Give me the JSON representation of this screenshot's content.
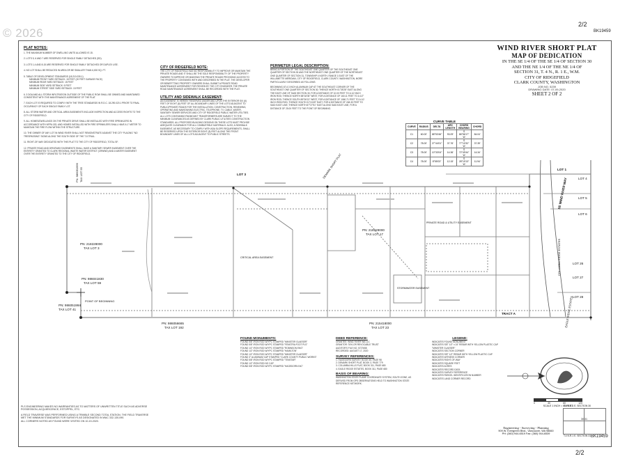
{
  "watermark": "© 2026",
  "sheet_refs": {
    "top_right_num": "2/2",
    "top_right_code": "BK19459",
    "bottom_num": "2/2",
    "bottom_code": "BK19459"
  },
  "title": {
    "name": "WIND RIVER SHORT PLAT",
    "subtitle": "MAP OF DEDICATION",
    "lines": [
      "IN THE SE 1/4 OF THE SE 1/4 OF SECTION 30",
      "AND THE NE 1/4 OF THE NE 1/4 OF",
      "SECTION 31, T. 4 N., R. 1 E., W.M.",
      "CITY OF RIDGEFIELD",
      "CLARK COUNTY, WASHINGTON"
    ],
    "job_no": "JOB NO. 5239",
    "drawing_date": "DRAWING DATE: 07-09-2020",
    "sheet": "SHEET 2 OF 2"
  },
  "plat_notes": {
    "heading": "PLAT NOTES:",
    "items": [
      "1. THE MAXIMUM NUMBER OF DWELLING UNITS ALLOWED IS 15.",
      "2. LOTS 5, 6 AND 7 ARE RESERVED FOR SINGLE FAMILY DETACHED (SD).",
      "3. LOTS 1-4 AND 8-15 ARE RESERVED FOR SINGLE FAMILY DETACHED OR DUPLEX USE.",
      "4. NO LOT SHALL BE REDUCED IN AREA OR BE SMALLER THAN 6,000 SQ. FT.",
      "5. TABLE OF DEVELOPMENT STANDARDS (18.210.030-1)",
      "MINIMUM FRONT YARD SETBACK: 15 FEET (20 FEET GARAGE FACE)",
      "MINIMUM REAR YARD SETBACK: 15 FEET",
      "MINIMUM SIDE YARD SETBACK: 5 FEET",
      "MINIMUM STREET SIDE YARD SETBACK: 15 FEET",
      "6. 3 DOA AND ALL STORM INFILTRATION OUTSIDE OF THE PUBLIC ROW SHALL BE OWNED AND MAINTAINED CONSISTENT WITH THE MAINTENANCE AGREEMENT OF THE PLAT.",
      "7. EACH LOT IS REQUIRED TO COMPLY WITH THE TREE STANDARDS IN R.D.C. 18.290.020.1 PRIOR TO FINAL OCCUPANCY OF EACH SINGLE FAMILY LOT.",
      "8. ALL STORM WATER AND CRITICAL AREA EASEMENTS INCLUDE INSPECTION AND ACCESS RIGHTS TO THE CITY OF RIDGEFIELD.",
      "9. ALL HOMES/DWELLINGS ON THE PRIVATE DRIVE SHALL BE INSTALLED WITH FIRE SPRINKLERS IN ACCORDANCE WITH NFPA 13D, AND HOMES INSTALLED WITH FIRE SPRINKLERS SHALL HAVE A 1\" METER TO MAINTAIN THE FIRE FLOW WITHIN THE STRUCTURE.",
      "10. THE OWNER OF ANY LOT IN WIND RIVER SHALL NOT REMONSTRATE AGAINST THE CITY PLACING \"NO TRESPASSING\" SIGNS ALONG THE SOUTH SIDE OF THE T-5 TRAIL.",
      "11. RIGHT-OF-WAY DEDICATED WITH THIS PLAT TO THE CITY OF RIDGEFIELD, TOTAL SF.",
      "12. PRIVATE ROAD AND DRIVEWAY EASEMENTS SHALL HAVE A SANITARY SEWER EASEMENT OVER THE ENTIRETY GRANTED TO CLARK REGIONAL WASTE WATER DISTRICT (CRWWD) AND A WATER EASEMENT OVER THE ENTIRETY GRANTED TO THE CITY OF RIDGEFIELD."
    ]
  },
  "city_note": {
    "heading": "CITY OF RIDGEFIELD NOTE:",
    "text": "THE CITY OF RIDGEFIELD HAS NO RESPONSIBILITY TO IMPROVE OR MAINTAIN THE PRIVATE ROADS AND IT SHALL BE THE SOLE RESPONSIBILITY OF THE PROPERTY OWNERS TO IMPROVE OR MAINTAIN THE PRIVATE ROADS PROVIDING ACCESS TO THE PROPERTY CONTAINED WITH AND DESCRIBED IN THE PLAT. THE DEVELOPER OR BENEFITTING PROPERTY OWNERS SHALL SUBMIT A PRIVATE ROAD MAINTENANCE AGREEMENT FOR REVIEW BY THE CITY ENGINEER. THE PRIVATE ROAD MAINTENANCE AGREEMENT SHALL BE RECORDED WITH THE PLAT."
  },
  "utility_easement": {
    "heading": "UTILITY AND SIDEWALK EASEMENT:",
    "text": "AN EASEMENT IS HEREBY RESERVED UNDER AND UPON THE EXTERIOR SIX (6) FEET OF EIGHT (8) FEET OF ALL BOUNDARY LINES OF THE LOTS ADJACENT TO PUBLIC/PRIVATE ROADS FOR THE INSTALLATION, CONSTRUCTION, RENEWING, OPERATING AND MAINTAINING ELECTRIC, TELEPHONE, TV, CABLE, WATER, SANITARY SEWER SERVICES AND CITY OF RIDGEFIELD PUBLIC WATER UTILITIES. ALL LOTS CONTAINING PADMOUNT TRANSFORMERS ARE SUBJECT TO THE MINIMUM CLEARANCES AS DEFINED BY CLARK PUBLIC UTILITIES CONSTRUCTION STANDARDS. ALL PROPOSED BUILDING DESIGNS ON THESE LOTS MUST PROVIDE ADEQUATE CLEARANCE FOR ALL COMBUSTIBLE MATERIALS. ALSO, A SIDEWALK EASEMENT, AS NECESSARY TO COMPLY WITH ADA SLOPE REQUIREMENTS, SHALL BE RESERVED UPON THE EXTERIOR EIGHT (8) FEET ALONG THE FRONT BOUNDARY LINES OF ALL LOTS ADJACENT TO PUBLIC STREETS."
  },
  "perimeter": {
    "heading": "PERIMETER LEGAL DESCRIPTION:",
    "text": "BEING A PORTION OF THE SOUTHEAST ONE QUARTER OF THE SOUTHEAST ONE QUARTER OF SECTION 30 AND THE NORTHEAST ONE QUARTER OF THE NORTHEAST ONE QUARTER OF SECTION 31, TOWNSHIP 4 NORTH, RANGE 1 EAST OF THE WILLAMETTE MERIDIAN, CITY OF RIDGEFIELD, CLARK COUNTY, WASHINGTON, MORE PARTICULARLY DESCRIBED AS FOLLOWS:",
    "text2": "BEGINNING AT A 3 INCH ALUMINUM CAP AT THE SOUTHEAST CORNER OF THE SOUTHEAST ONE QUARTER OF SECTION 30; THENCE NORTH 01°35'28\" EAST ALONG THE EAST LINE OF SAID SECTION 30, FOR A DISTANCE OF 10.00 FEET TO A 1/2 INCH IRON ROD; THENCE NORTH 88°18'35\" WEST, FOR A DISTANCE OF 160.11 FEET TO A 1/2\" IRON ROD; THENCE SOUTH 89°06'13\" WEST, FOR A DISTANCE OF 1060.71 FEET TO A 1/2 INCH IRON ROD; THENCE SOUTH 01°24'49\" EAST, FOR A DISTANCE OF 248.30 FEET TO SAID EAST LINE; THENCE NORTH 87°27'51\" EAST ALONG SAID EAST LINE, FOR A DISTANCE OF 25.00 FEET TO THE POINT OF BEGINNING."
  },
  "curve_table": {
    "title": "CURVE TABLE",
    "headers": [
      "CURVE",
      "RADIUS",
      "DELTA",
      "ARC LENGTH",
      "CHORD BEARING",
      "CHORD"
    ],
    "rows": [
      [
        "C1",
        "60.00'",
        "88°53'46\"",
        "93.09'",
        "S 86°56'17\" W",
        "84.04'"
      ],
      [
        "C2",
        "78.00'",
        "27°44'01\"",
        "37.76'",
        "S 77°10'32\" W",
        "37.39'"
      ],
      [
        "C3",
        "78.00'",
        "10°33'04\"",
        "14.36'",
        "S 72°49'44\" W",
        "14.34'"
      ],
      [
        "C4",
        "78.00'",
        "8°55'03\"",
        "12.15'",
        "S 28°19'13\" W",
        "11.94'"
      ]
    ]
  },
  "map_labels": {
    "lot3": "LOT 3",
    "lot1": "LOT 1",
    "tax_lot_17": [
      "PN: 218229000",
      "TAX LOT 17"
    ],
    "tax_lot_3": [
      "PN: 218228000",
      "TAX LOT 3"
    ],
    "tax_lot_59": [
      "PN: 986041830",
      "TAX LOT 59"
    ],
    "tax_lot_192": [
      "PN: 986056665",
      "TAX LOT 192"
    ],
    "tax_lot_23": [
      "PN: 215418000",
      "TAX LOT 23"
    ],
    "tax_lot_41": [
      "PN: 986051994",
      "TAX LOT 41"
    ],
    "pn_top_left": [
      "PN: 986051999",
      "TAX LOT 55"
    ],
    "pob": "POINT OF BEGINNING",
    "tract_a": "TRACT A",
    "road": "SE WIND RIVER WAY",
    "columbia": "COLUMBIA RIDGE ESTATES",
    "eagle": "EAGLE RIDGE ESTATES",
    "easement_private": "PRIVATE ROAD & UTILITY EASEMENT",
    "stormwater": "STORMWATER EASEMENT",
    "critical": "CRITICAL AREA EASEMENT",
    "lot_labels": [
      "LOT 4",
      "LOT 5",
      "LOT 6",
      "LOT 26",
      "LOT 27",
      "LOT 28"
    ],
    "demark": "DEMARK SHORT PLAT"
  },
  "found_monuments": {
    "heading": "FOUND MONUMENTS:",
    "items": [
      "FOUND 5/8\" IRON ROD W/YPC STAMPED \"MINISTER GLAESER\"",
      "FOUND 5/8\" IRON ROD W/YPC STAMPED \"FENSTRA FOOT PLS\"",
      "FOUND 1/2\" IRON ROD W/YPC STAMPED \"ROBINSON ENG\"",
      "FOUND 1/2\" IRON ROD W/YPC STAMPED \"HAMILTON\"",
      "FOUND 1/2\" IRON ROD W/YPC STAMPED \"MINISTER GLAESER\"",
      "FOUND 3\" ALUMINUM CAP STAMPED \"CLARK COUNTY PUBLIC WORKS\"",
      "FOUND 5/8\" IRON ROD W/YPC STAMPED \"TENSTAR\"",
      "FOUND 1/2\" IRON ROD NO CAP",
      "FOUND 5/8\" IRON ROD W/YPC STAMPED \"HAGEDORN INC\""
    ]
  },
  "deed_reference": {
    "heading": "DEED REFERENCE:",
    "items": [
      "GRANTEE: WIND RIVER WA LLC",
      "GRANTOR: TAYLOR REVOCABLE TRUST",
      "AUDITOR'S FILE NO. 5727658",
      "RECORDED: AUGUST 17, 2020"
    ]
  },
  "survey_references": {
    "heading": "SURVEY REFERENCES:",
    "items": [
      "1. HAGEDORN SURVEY, BOOK 55, PAGE 98",
      "2. DEMARK SHORT PLAT, BOOK 3, PAGE 779",
      "3. COLUMBIA HILLS PLAT, BOOK 311, PAGE 680",
      "4. EAGLE RIDGE ESTATES, BOOK 311, PAGE 680"
    ]
  },
  "basis_of_bearing": {
    "heading": "BASIS OF BEARING:",
    "text": "WASHINGTON STATE PLANE COORDINATE SYSTEM, SOUTH ZONE, AS DERIVED FROM GPS OBSERVATIONS HELD TO WASHINGTON STATE REFERENCE NETWORK."
  },
  "legend": {
    "heading": "LEGEND:",
    "items": [
      "INDICATES FOUND MONUMENT",
      "INDICATES SET 1/2\" x 24\" REBAR WITH YELLOW PLASTIC CAP \"MINISTER GLAESER\"",
      "INDICATES SECTION CORNER",
      "INDICATES SET 1/2\" REBAR WITH YELLOW PLASTIC CAP",
      "INDICATES WITNESS CORNER",
      "INDICATES RIGHT-OF-WAY",
      "INDICATES SQUARE FEET",
      "INDICATES ACRES",
      "INDICATES RECORD DATA",
      "INDICATES SURVEY REFERENCE",
      "INDICATES PARCEL IDENTIFICATION NUMBER",
      "INDICATES LAND CORNER RECORD"
    ]
  },
  "scale": {
    "label": "SCALE 1 INCH = 60 FEET",
    "ticks": [
      "0",
      "30",
      "60",
      "120"
    ]
  },
  "section_box": {
    "top": "T.4 N.R.1 E. SECTION 30",
    "bottom": "T.4 N.R.1 E. SECTION 31",
    "center": "30 31"
  },
  "firm": {
    "services": "Engineering - Surveying - Planning",
    "address": "909 W. Evergreen Blvd., Vancouver, WA 98660",
    "phone": "PH: (360) 944-6519    Fax: (360) 944-6539"
  },
  "disclaimer": [
    "PLS ENGINEERING MAKES NO WARRANTIES AS TO MATTERS OF UNWRITTEN TITLE SUCH AS ADVERSE POSSESSION, ACQUIESCENCE, ESTOPPEL, ETC.",
    "A FIELD TRAVERSE WAS PERFORMED USING A TRIMBLE SECOND TOTAL STATION. THE FIELD TRAVERSE MET THE MINIMUM STANDARDS FOR SURVEYS AS DESIGNATED IN WAC 332-130-090.",
    "ALL CORNERS NOTED AS FOUND WERE VISITED ON 10-19-2020."
  ]
}
